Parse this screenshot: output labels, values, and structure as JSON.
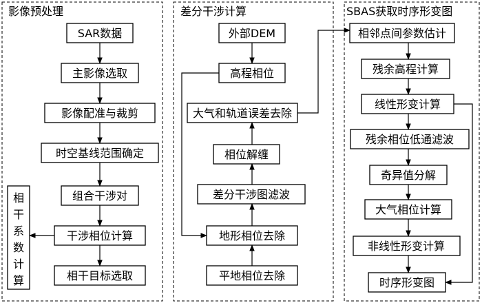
{
  "panels": [
    {
      "title": "影像预处理",
      "boxes": [
        "SAR数据",
        "主影像选取",
        "影像配准与裁剪",
        "时空基线范围确定",
        "组合干涉对",
        "干涉相位计算",
        "相干目标选取"
      ],
      "side_box": [
        "相",
        "干",
        "系",
        "数",
        "计",
        "算"
      ]
    },
    {
      "title": "差分干涉计算",
      "boxes": [
        "外部DEM",
        "高程相位",
        "大气和轨道误差去除",
        "相位解缠",
        "差分干涉图滤波",
        "地形相位去除",
        "平地相位去除"
      ]
    },
    {
      "title": "SBAS获取时序形变图",
      "boxes": [
        "相邻点间参数估计",
        "残余高程计算",
        "线性形变计算",
        "残余相位低通滤波",
        "奇异值分解",
        "大气相位计算",
        "非线性形变计算",
        "时序形变图"
      ]
    }
  ]
}
